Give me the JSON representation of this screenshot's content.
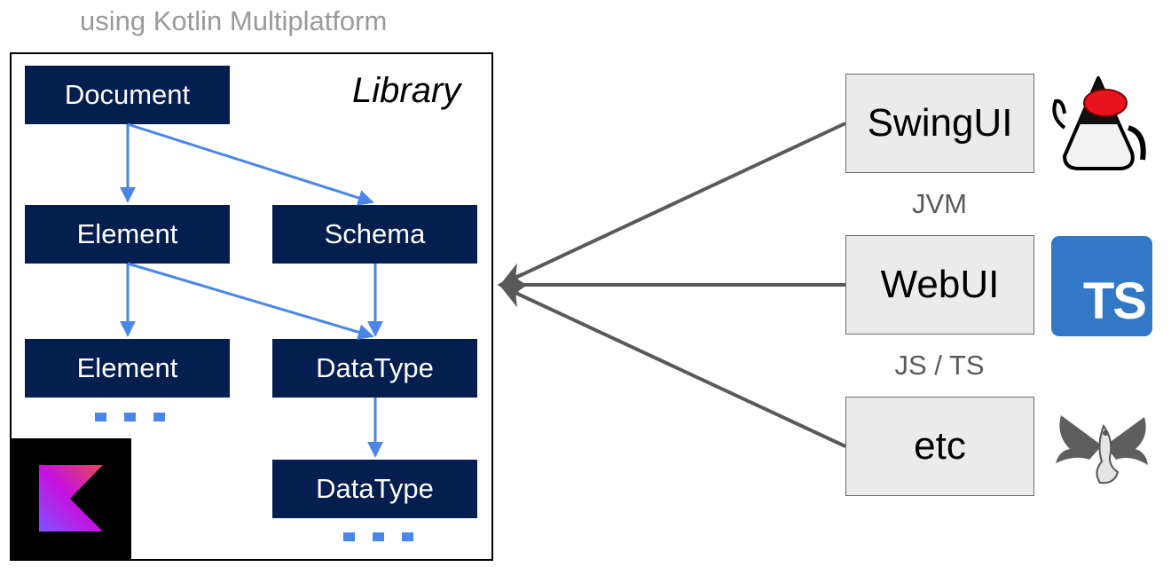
{
  "subtitle": "using Kotlin Multiplatform",
  "library": {
    "label": "Library",
    "nodes": {
      "document": "Document",
      "element_1": "Element",
      "schema": "Schema",
      "element_2": "Element",
      "datatype_1": "DataType",
      "datatype_2": "DataType"
    }
  },
  "clients": {
    "swingui": "SwingUI",
    "webui": "WebUI",
    "etc": "etc"
  },
  "platforms": {
    "jvm": "JVM",
    "js_ts": "JS / TS"
  },
  "logos": {
    "ts_text": "TS"
  },
  "colors": {
    "node_bg": "#041e50",
    "arrow_blue": "#4a86e8",
    "arrow_gray": "#595959",
    "client_bg": "#ebebeb",
    "ts_blue": "#3178c6"
  },
  "icons": [
    "kotlin-logo-icon",
    "java-duke-icon",
    "typescript-logo-icon",
    "llvm-dragon-icon"
  ]
}
